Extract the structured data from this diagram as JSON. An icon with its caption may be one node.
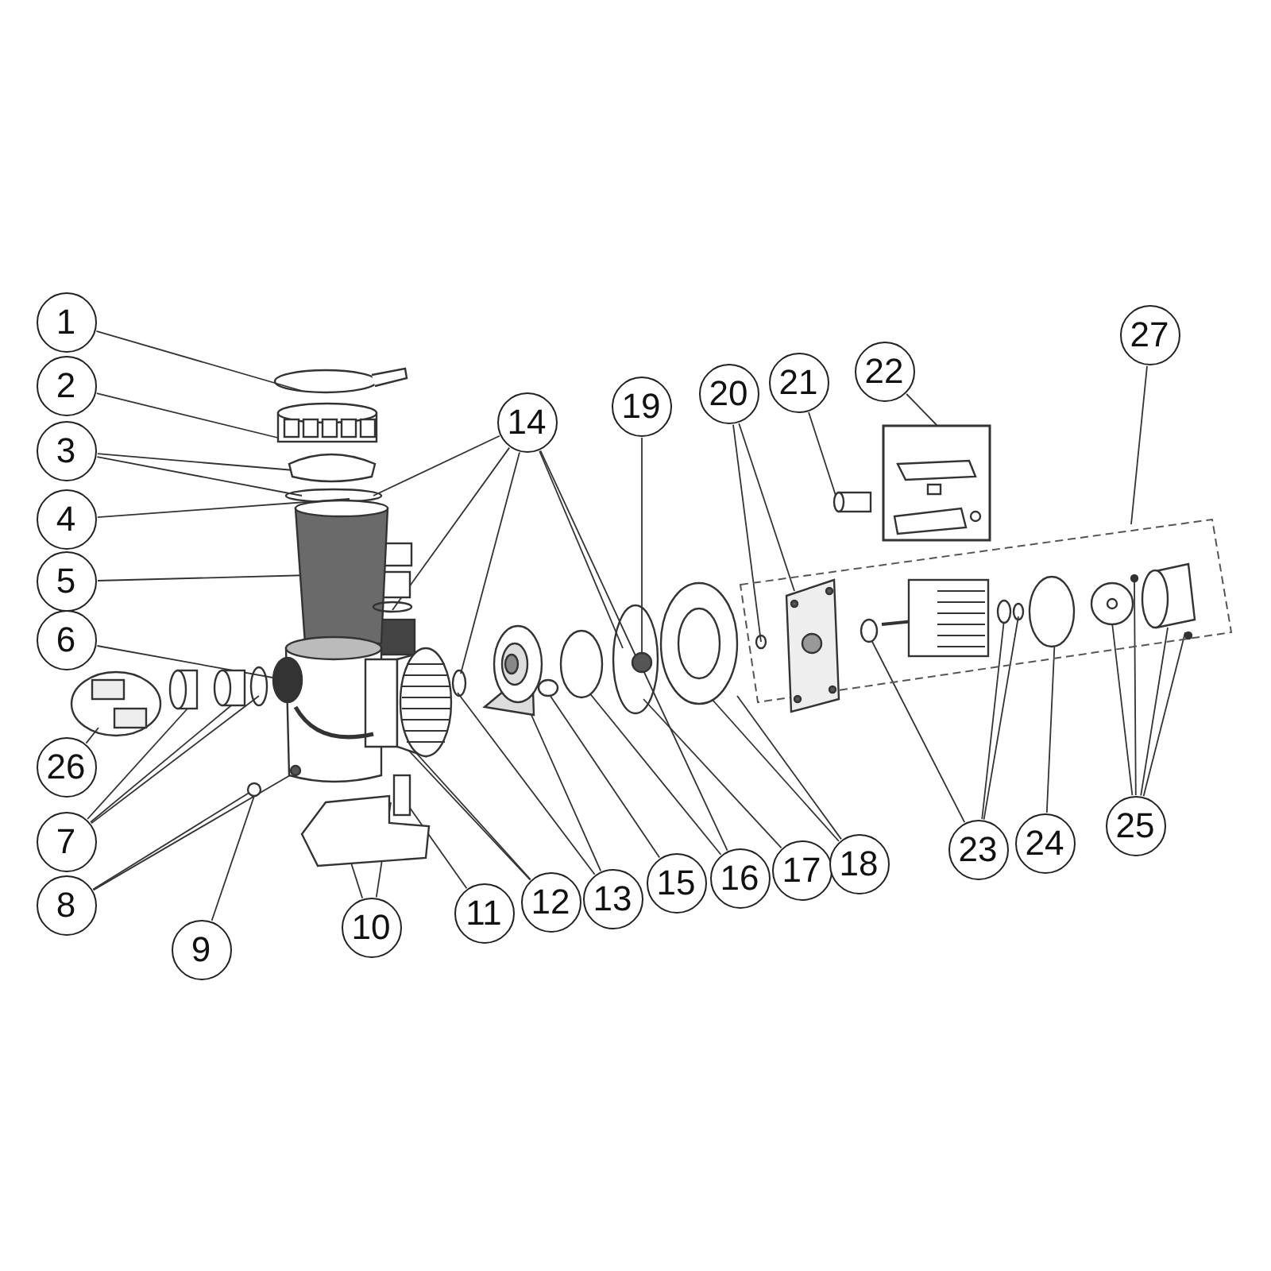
{
  "diagram": {
    "nodes": [
      {
        "text": [
          "1"
        ]
      },
      {
        "text": [
          "2"
        ]
      },
      {
        "text": [
          "3"
        ]
      },
      {
        "text": [
          "4"
        ]
      },
      {
        "text": [
          "5"
        ]
      },
      {
        "text": [
          "6"
        ]
      },
      {
        "text": [
          "7"
        ]
      },
      {
        "text": [
          "8"
        ]
      },
      {
        "text": [
          "9"
        ]
      },
      {
        "text": [
          "10"
        ]
      },
      {
        "text": [
          "11"
        ]
      },
      {
        "text": [
          "12"
        ]
      },
      {
        "text": [
          "13"
        ]
      },
      {
        "text": [
          "14"
        ]
      },
      {
        "text": [
          "15"
        ]
      },
      {
        "text": [
          "16"
        ]
      },
      {
        "text": [
          "17"
        ]
      },
      {
        "text": [
          "18"
        ]
      },
      {
        "text": [
          "19"
        ]
      },
      {
        "text": [
          "20"
        ]
      },
      {
        "text": [
          "21"
        ]
      },
      {
        "text": [
          "22"
        ]
      },
      {
        "text": [
          "23"
        ]
      },
      {
        "text": [
          "24"
        ]
      },
      {
        "text": [
          "25"
        ]
      },
      {
        "text": [
          "26"
        ]
      },
      {
        "text": [
          "27"
        ]
      },
      {
        "text": [],
        "shape": "box"
      },
      {
        "text": [],
        "shape": "box"
      },
      {
        "text": [],
        "shape": "circle"
      },
      {
        "text": [],
        "shape": "cylinder"
      },
      {
        "text": [],
        "shape": "circle"
      },
      {
        "text": [],
        "shape": "circle"
      },
      {
        "text": [],
        "shape": "cylinder"
      },
      {
        "text": [],
        "shape": "circle"
      },
      {
        "text": [],
        "shape": "cylinder"
      },
      {
        "text": [],
        "shape": "cylinder"
      },
      {
        "text": [],
        "shape": "picture"
      },
      {
        "text": [],
        "shape": "circle",
        "in": 37
      },
      {
        "text": [],
        "shape": "circle"
      },
      {
        "text": [],
        "shape": "picture"
      },
      {
        "text": [],
        "shape": "bar"
      },
      {
        "text": [],
        "shape": "picture"
      },
      {
        "text": [],
        "shape": "circle"
      },
      {
        "text": [],
        "shape": "picture"
      },
      {
        "text": [],
        "shape": "circle"
      },
      {
        "text": [],
        "shape": "circle"
      },
      {
        "text": [],
        "shape": "circle",
        "in": 46
      },
      {
        "text": [],
        "shape": "circle"
      },
      {
        "text": [],
        "shape": "circle"
      },
      {
        "text": [],
        "shape": "circle"
      },
      {
        "text": [],
        "shape": "circle",
        "in": 28
      },
      {
        "text": [],
        "shape": "picture",
        "in": 28
      },
      {
        "text": [],
        "shape": "cylinder"
      },
      {
        "text": [],
        "shape": "circle",
        "in": 28
      },
      {
        "text": [],
        "shape": "circle",
        "in": 28
      },
      {
        "text": [],
        "shape": "circle",
        "in": 28
      },
      {
        "text": [],
        "shape": "circle",
        "in": 28
      },
      {
        "text": [],
        "shape": "circle",
        "in": 28
      },
      {
        "text": [],
        "shape": "circle",
        "in": 28
      },
      {
        "text": [],
        "shape": "cylinder",
        "in": 28
      },
      {
        "text": [],
        "shape": "circle",
        "in": 28
      },
      {
        "text": [],
        "shape": "picture"
      }
    ],
    "edges": [
      {
        "from": 0,
        "to": 29,
        "arrow": "none"
      },
      {
        "from": 1,
        "to": 30,
        "arrow": "none"
      },
      {
        "from": 2,
        "to": 31,
        "arrow": "none"
      },
      {
        "from": 2,
        "to": 32,
        "arrow": "none"
      },
      {
        "from": 3,
        "to": 32,
        "arrow": "none"
      },
      {
        "from": 4,
        "to": 33,
        "arrow": "none"
      },
      {
        "from": 5,
        "to": 37,
        "arrow": "none"
      },
      {
        "from": 6,
        "to": 35,
        "arrow": "none"
      },
      {
        "from": 6,
        "to": 36,
        "arrow": "none"
      },
      {
        "from": 6,
        "to": 34,
        "arrow": "none"
      },
      {
        "from": 7,
        "to": 38,
        "arrow": "none"
      },
      {
        "from": 7,
        "to": 39,
        "arrow": "none"
      },
      {
        "from": 8,
        "to": 39,
        "arrow": "none"
      },
      {
        "from": 9,
        "to": 40,
        "arrow": "none"
      },
      {
        "from": 9,
        "to": 40,
        "arrow": "none"
      },
      {
        "from": 10,
        "to": 41,
        "arrow": "none"
      },
      {
        "from": 11,
        "to": 42,
        "arrow": "none"
      },
      {
        "from": 11,
        "to": 42,
        "arrow": "none"
      },
      {
        "from": 12,
        "to": 43,
        "arrow": "none"
      },
      {
        "from": 12,
        "to": 44,
        "arrow": "none"
      },
      {
        "from": 13,
        "to": 32,
        "arrow": "none"
      },
      {
        "from": 13,
        "to": 45,
        "arrow": "none"
      },
      {
        "from": 13,
        "to": 43,
        "arrow": "none"
      },
      {
        "from": 13,
        "to": 46,
        "arrow": "none"
      },
      {
        "from": 13,
        "to": 47,
        "arrow": "none"
      },
      {
        "from": 14,
        "to": 48,
        "arrow": "none"
      },
      {
        "from": 15,
        "to": 49,
        "arrow": "none"
      },
      {
        "from": 15,
        "to": 47,
        "arrow": "none"
      },
      {
        "from": 16,
        "to": 46,
        "arrow": "none"
      },
      {
        "from": 17,
        "to": 50,
        "arrow": "none"
      },
      {
        "from": 17,
        "to": 50,
        "arrow": "none"
      },
      {
        "from": 18,
        "to": 47,
        "arrow": "none"
      },
      {
        "from": 19,
        "to": 51,
        "arrow": "none"
      },
      {
        "from": 19,
        "to": 52,
        "arrow": "none"
      },
      {
        "from": 20,
        "to": 53,
        "arrow": "none"
      },
      {
        "from": 21,
        "to": 27,
        "arrow": "none"
      },
      {
        "from": 22,
        "to": 54,
        "arrow": "none"
      },
      {
        "from": 22,
        "to": 55,
        "arrow": "none"
      },
      {
        "from": 22,
        "to": 56,
        "arrow": "none"
      },
      {
        "from": 23,
        "to": 57,
        "arrow": "none"
      },
      {
        "from": 24,
        "to": 58,
        "arrow": "none"
      },
      {
        "from": 24,
        "to": 59,
        "arrow": "none"
      },
      {
        "from": 24,
        "to": 60,
        "arrow": "none"
      },
      {
        "from": 24,
        "to": 61,
        "arrow": "none"
      },
      {
        "from": 25,
        "to": 62,
        "arrow": "none"
      },
      {
        "from": 26,
        "to": 28,
        "arrow": "none"
      }
    ]
  }
}
